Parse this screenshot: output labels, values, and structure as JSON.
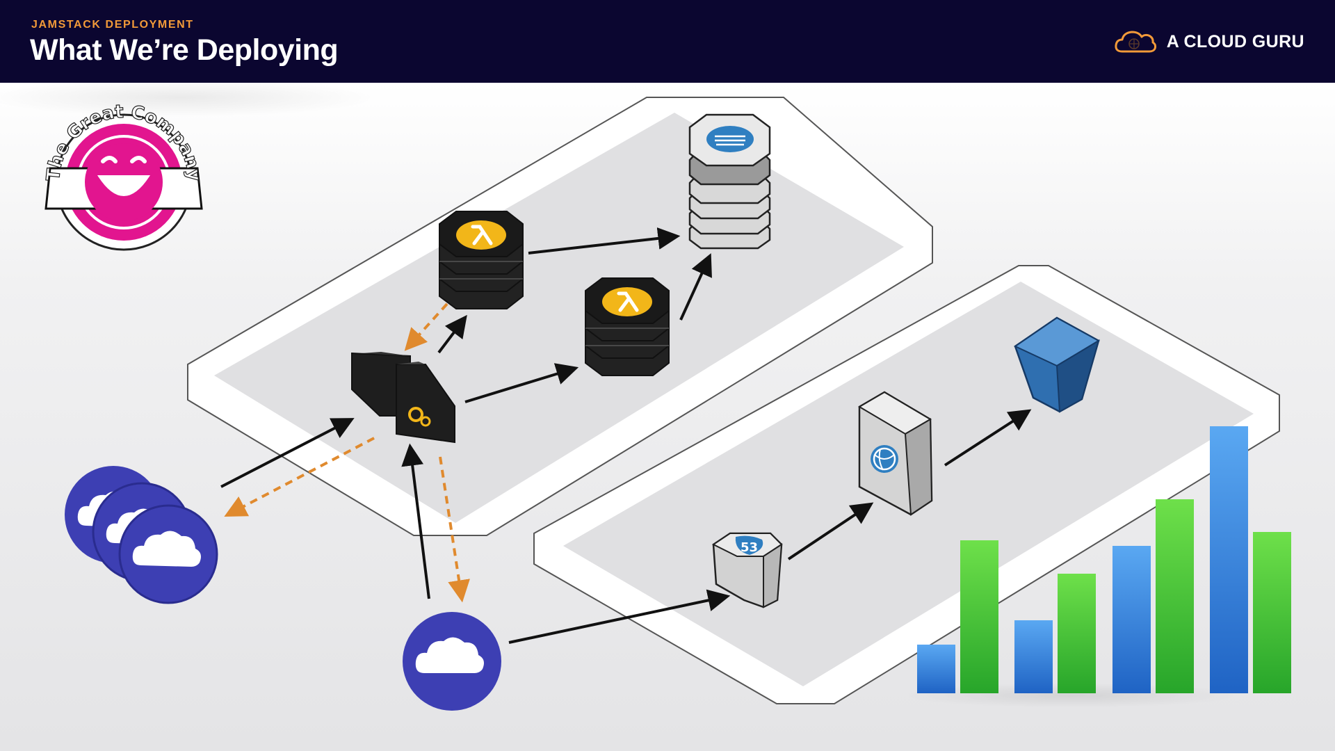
{
  "header": {
    "eyebrow": "JAMSTACK DEPLOYMENT",
    "title": "What We’re Deploying"
  },
  "brand": {
    "name": "A CLOUD GURU",
    "icon": "cloud-logo-icon"
  },
  "logo": {
    "text": "The Great Company",
    "icon": "smiley-face-icon"
  },
  "icons": {
    "database": "database-stack-icon",
    "lambda": "lambda-function-icon",
    "api_gateway": "api-gateway-icon",
    "route53": "route53-icon",
    "cloudfront": "cloudfront-server-icon",
    "s3": "s3-bucket-icon",
    "users": "cloud-user-icon",
    "bar_chart": "bar-chart-decoration-icon"
  },
  "colors": {
    "header_bg": "#0b0630",
    "eyebrow": "#f29a39",
    "brand_accent": "#f29a39",
    "user_circle": "#3d3fb3",
    "lambda_badge": "#f2b619",
    "flow_arrow": "#111111",
    "response_arrow": "#e08a2e",
    "chart_blue": "#3b8fe6",
    "chart_green": "#4cc93a",
    "logo_pink": "#e2158f"
  }
}
